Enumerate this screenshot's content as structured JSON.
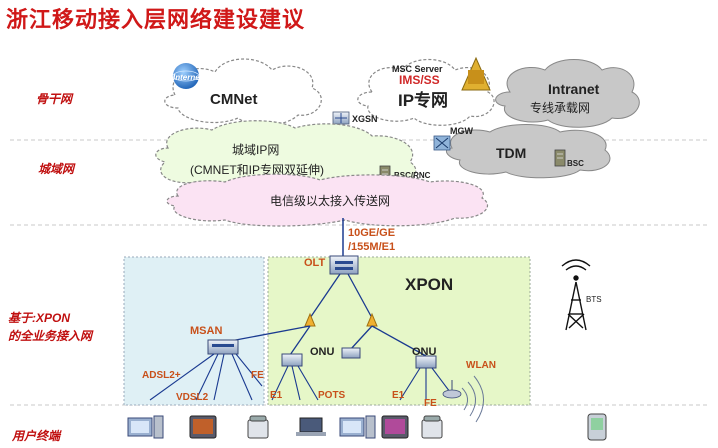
{
  "title": "浙江移动接入层网络建设建议",
  "layers": {
    "backbone": "骨干网",
    "metro": "城域网",
    "xpon_access": "基于:XPON\n的全业务接入网",
    "terminal": "用户终端"
  },
  "clouds": {
    "cmnet": "CMNet",
    "internet_logo": "Internet",
    "ip_private": "IP专网",
    "intranet_title": "Intranet",
    "intranet_sub": "专线承载网",
    "metro_ip_line1": "城域IP网",
    "metro_ip_line2": "(CMNET和IP专网双延伸)",
    "tdm": "TDM",
    "ethernet": "电信级以太接入传送网"
  },
  "nodes": {
    "msc_server": "MSC Server",
    "ims_ss": "IMS/SS",
    "xgsn": "XGSN",
    "mgw": "MGW",
    "bsc": "BSC",
    "bsc_rnc": "BSC/RNC",
    "olt": "OLT",
    "msan": "MSAN",
    "onu_left": "ONU",
    "onu_right": "ONU",
    "bts": "BTS",
    "wlan": "WLAN"
  },
  "link_label": {
    "line1": "10GE/GE",
    "line2": "/155M/E1"
  },
  "xpon_label": "XPON",
  "ports": {
    "adsl2p": "ADSL2+",
    "vdsl2": "VDSL2",
    "fe_msan": "FE",
    "e1_left": "E1",
    "pots": "POTS",
    "e1_right": "E1",
    "fe_right": "FE"
  },
  "colors": {
    "title": "#d01818",
    "layer_label": "#c01010",
    "port_label": "#c8501a",
    "link_label": "#c8501a",
    "xpon_zone": "#e6f7c8",
    "msan_zone": "#dff0f5",
    "ethernet_cloud": "#fbe3f3",
    "metro_cloud": "#eefbe0",
    "gray_cloud": "#c8c8c8"
  }
}
